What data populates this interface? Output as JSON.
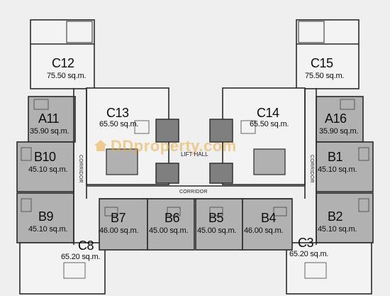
{
  "units": {
    "c12": {
      "name": "C12",
      "area": "75.50 sq.m."
    },
    "c15": {
      "name": "C15",
      "area": "75.50 sq.m."
    },
    "c13": {
      "name": "C13",
      "area": "65.50 sq.m."
    },
    "c14": {
      "name": "C14",
      "area": "65.50 sq.m."
    },
    "a11": {
      "name": "A11",
      "area": "35.90 sq.m."
    },
    "a16": {
      "name": "A16",
      "area": "35.90 sq.m."
    },
    "b10": {
      "name": "B10",
      "area": "45.10 sq.m."
    },
    "b1": {
      "name": "B1",
      "area": "45.10 sq.m."
    },
    "b9": {
      "name": "B9",
      "area": "45.10 sq.m."
    },
    "b2": {
      "name": "B2",
      "area": "45.10 sq.m."
    },
    "b7": {
      "name": "B7",
      "area": "46.00 sq.m."
    },
    "b6": {
      "name": "B6",
      "area": "45.00 sq.m."
    },
    "b5": {
      "name": "B5",
      "area": "45.00 sq.m."
    },
    "b4": {
      "name": "B4",
      "area": "46.00 sq.m."
    },
    "c8": {
      "name": "C8",
      "area": "65.20 sq.m."
    },
    "c3": {
      "name": "C3",
      "area": "65.20 sq.m."
    }
  },
  "labels": {
    "corridor": "CORRIDOR",
    "lift_hall": "LIFT HALL",
    "watermark": "DDproperty.com"
  },
  "colors": {
    "unit_fill": "#b1b1b1",
    "open_unit_fill": "#f3f3f3",
    "wall": "#2c2c2c",
    "watermark": "#ebaa3c"
  }
}
